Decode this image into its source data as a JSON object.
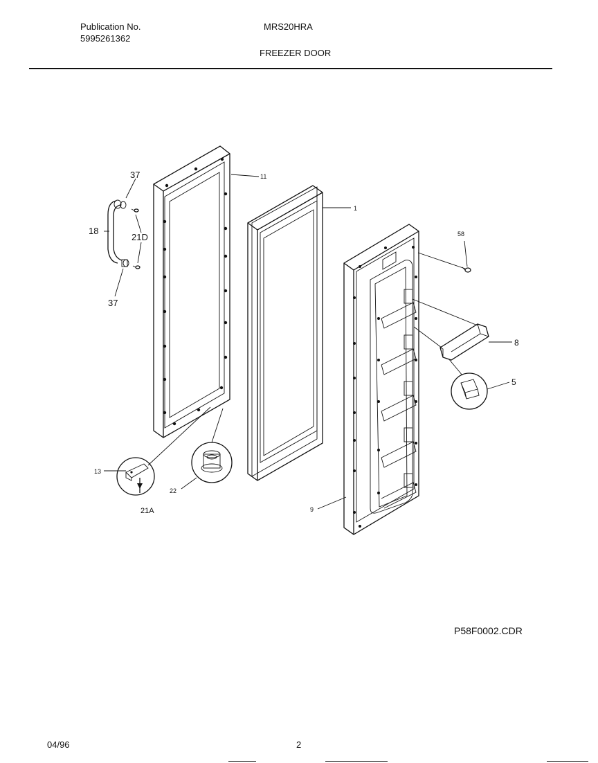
{
  "header": {
    "publication_label": "Publication No.",
    "publication_number": "5995261362",
    "model": "MRS20HRA",
    "section_title": "FREEZER DOOR"
  },
  "callouts": {
    "c37_top": "37",
    "c18": "18",
    "c21d": "21D",
    "c37_bottom": "37",
    "c11": "11",
    "c1": "1",
    "c58": "58",
    "c8": "8",
    "c5": "5",
    "c13": "13",
    "c22": "22",
    "c21a": "21A",
    "c9": "9"
  },
  "footer": {
    "drawing_file": "P58F0002.CDR",
    "date": "04/96",
    "page": "2"
  }
}
